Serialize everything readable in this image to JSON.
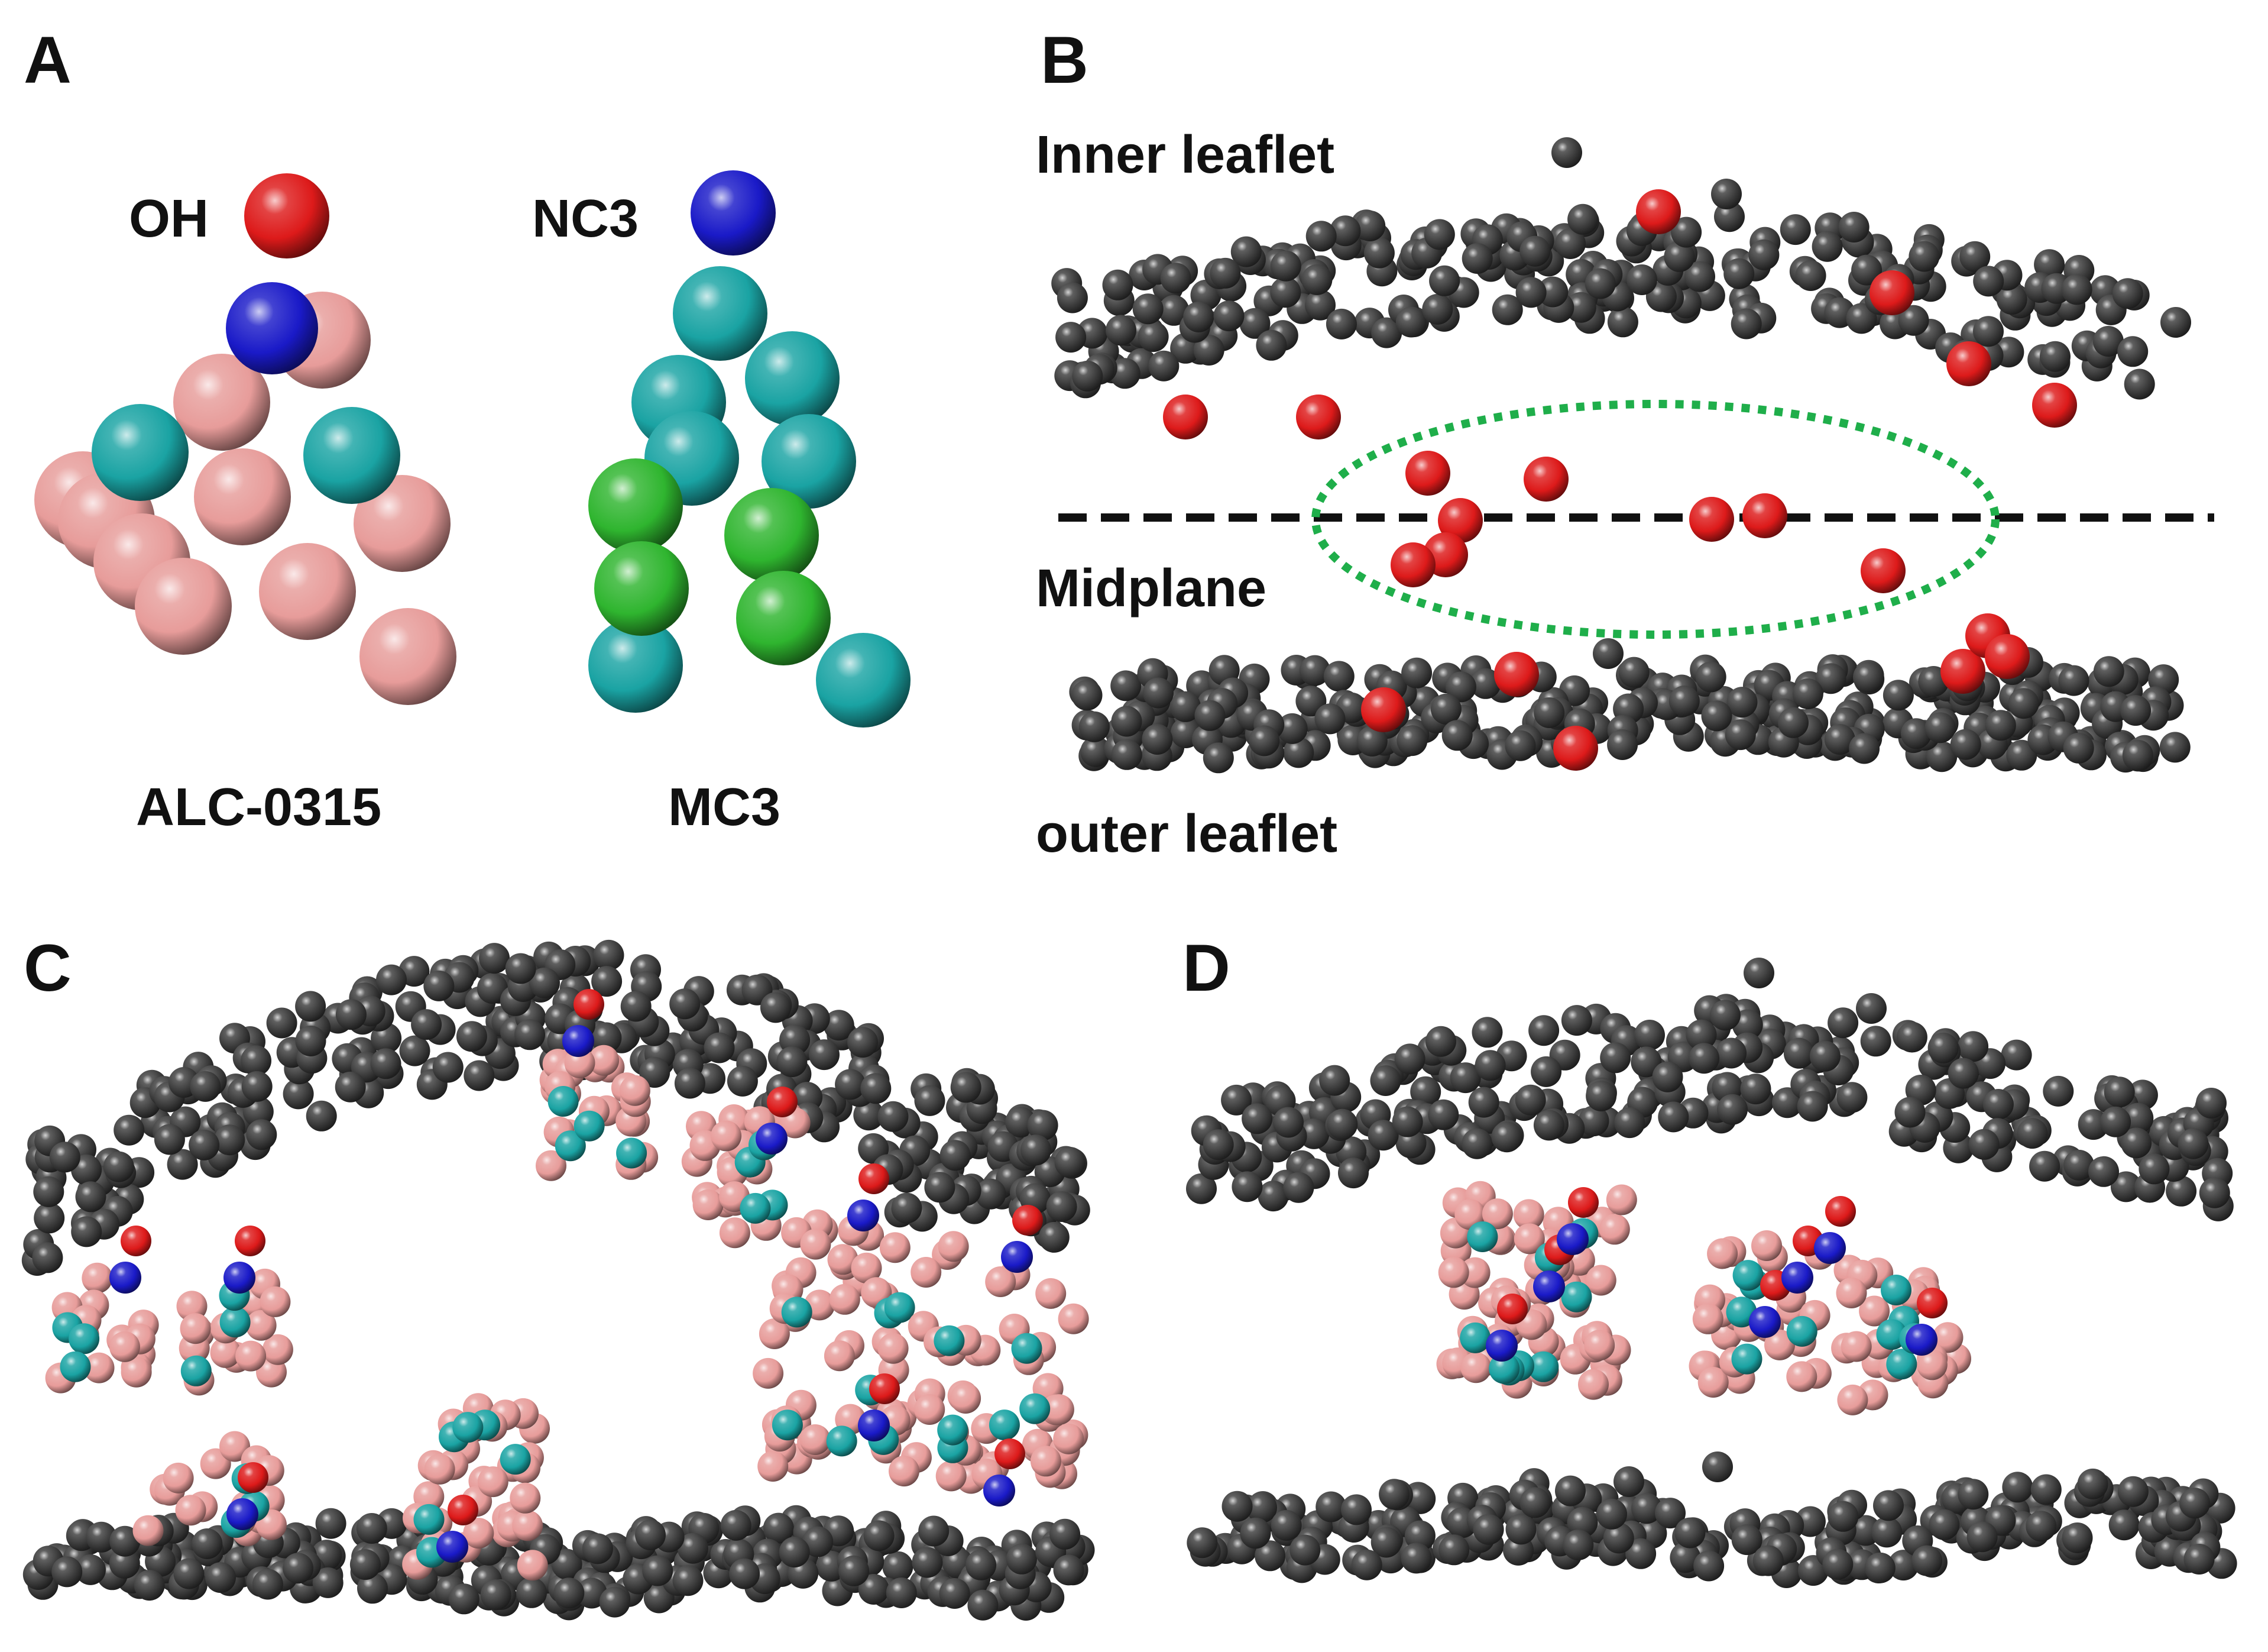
{
  "panels": {
    "a": {
      "letter": "A",
      "oh_label": "OH",
      "nc3_label": "NC3",
      "alc_label": "ALC-0315",
      "mc3_label": "MC3"
    },
    "b": {
      "letter": "B",
      "inner_label": "Inner leaflet",
      "midplane_label": "Midplane",
      "outer_label": "outer leaflet"
    },
    "c": {
      "letter": "C"
    },
    "d": {
      "letter": "D"
    }
  },
  "colors": {
    "lipid_head": "#3c3c3c",
    "oh_bead": "#dd1a1a",
    "nc3_bead": "#1a1ac8",
    "alc_tail_bead": "#e79c9a",
    "cyan_bead": "#1aa3a3",
    "green_bead": "#2fb52f",
    "midplane_line": "#111111",
    "ellipse_outline": "#1fae4a"
  }
}
